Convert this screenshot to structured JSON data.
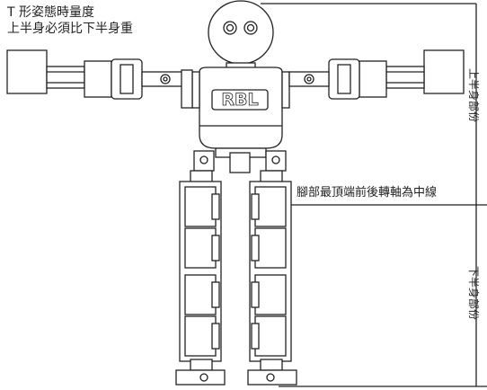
{
  "annotations": {
    "t_pose_line1": "T 形姿態時量度",
    "t_pose_line2": "上半身必須比下半身重",
    "midline_note": "腳部最頂端前後轉軸為中線",
    "upper_body_label": "上半身部份",
    "lower_body_label": "下半身部份"
  },
  "robot": {
    "logo": "RBL"
  },
  "colors": {
    "line": "#222222",
    "fill": "#ffffff",
    "shade": "#d8d8d8"
  }
}
